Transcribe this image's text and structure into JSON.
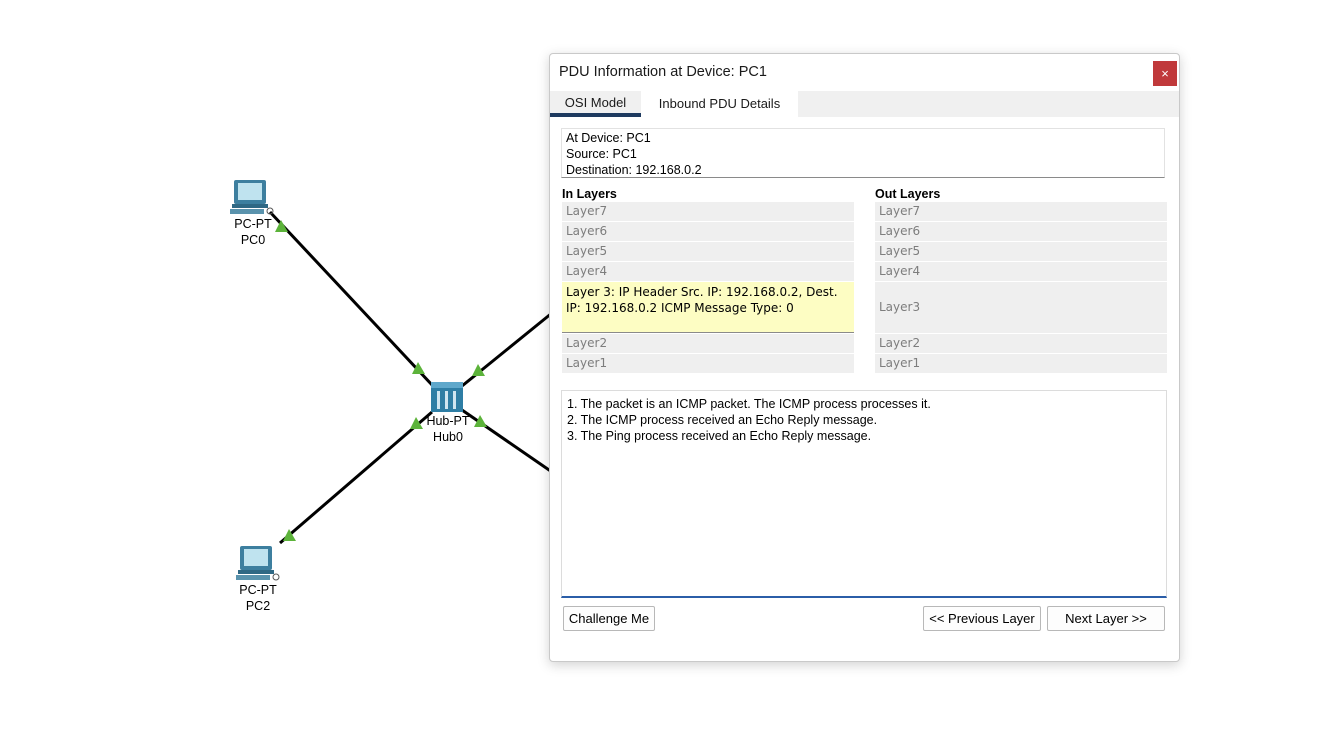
{
  "topology": {
    "devices": [
      {
        "id": "pc0",
        "type_label": "PC-PT",
        "name": "PC0",
        "icon": "pc-icon"
      },
      {
        "id": "hub0",
        "type_label": "Hub-PT",
        "name": "Hub0",
        "icon": "hub-icon"
      },
      {
        "id": "pc2",
        "type_label": "PC-PT",
        "name": "PC2",
        "icon": "pc-icon"
      }
    ],
    "link_status_color": "#5cb33a",
    "link_color": "#000000"
  },
  "dialog": {
    "title": "PDU Information at Device: PC1",
    "close_glyph": "×",
    "close_color": "#c0393b",
    "tabs": [
      {
        "label": "OSI Model",
        "selected": true
      },
      {
        "label": "Inbound PDU Details",
        "selected": false
      }
    ],
    "info": {
      "line1": "At Device: PC1",
      "line2": "Source: PC1",
      "line3": "Destination: 192.168.0.2"
    },
    "in_layers_title": "In Layers",
    "out_layers_title": "Out Layers",
    "in_layers": [
      "Layer7",
      "Layer6",
      "Layer5",
      "Layer4",
      "Layer 3: IP Header Src. IP: 192.168.0.2, Dest. IP: 192.168.0.2 ICMP Message Type: 0",
      "Layer2",
      "Layer1"
    ],
    "out_layers": [
      "Layer7",
      "Layer6",
      "Layer5",
      "Layer4",
      "Layer3",
      "Layer2",
      "Layer1"
    ],
    "active_color": "#fdfdc3",
    "description": [
      "1. The packet is an ICMP packet. The ICMP process processes it.",
      "2. The ICMP process received an Echo Reply message.",
      "3. The Ping process received an Echo Reply message."
    ],
    "buttons": {
      "challenge": "Challenge Me",
      "previous": "<< Previous Layer",
      "next": "Next Layer >>"
    }
  }
}
